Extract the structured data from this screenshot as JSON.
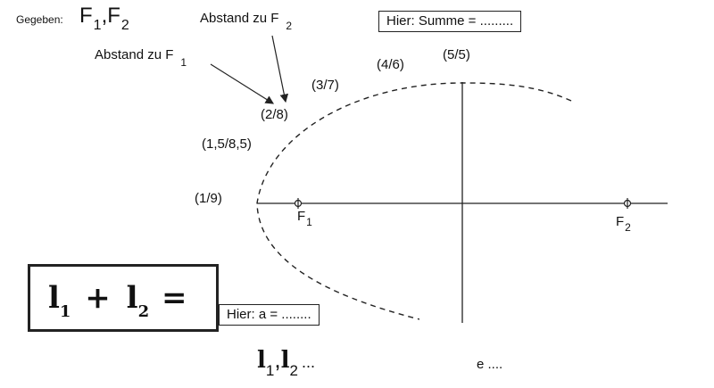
{
  "header": {
    "given_label": "Gegeben:",
    "given_f": "F",
    "given_sub1": "1",
    "given_sep": ",F",
    "given_sub2": "2"
  },
  "annotations": {
    "dist_f2": "Abstand zu F",
    "dist_f2_sub": "2",
    "dist_f1": "Abstand zu F",
    "dist_f1_sub": "1"
  },
  "sum_box": "Hier: Summe = .........",
  "a_box": "Hier: a = ........",
  "points": {
    "p1": "(1/9)",
    "p2": "(1,5/8,5)",
    "p3": "(2/8)",
    "p4": "(3/7)",
    "p5": "(4/6)",
    "p6": "(5/5)"
  },
  "foci": {
    "f1": "F",
    "f1_sub": "1",
    "f2": "F",
    "f2_sub": "2"
  },
  "formula": {
    "l": "l",
    "sub1": "1",
    "plus": "+",
    "sub2": "2",
    "eq": "="
  },
  "bottom": {
    "l": "l",
    "sub1": "1",
    "comma": ",",
    "sub2": "2",
    "dots": "...",
    "e_text": "e ...."
  }
}
